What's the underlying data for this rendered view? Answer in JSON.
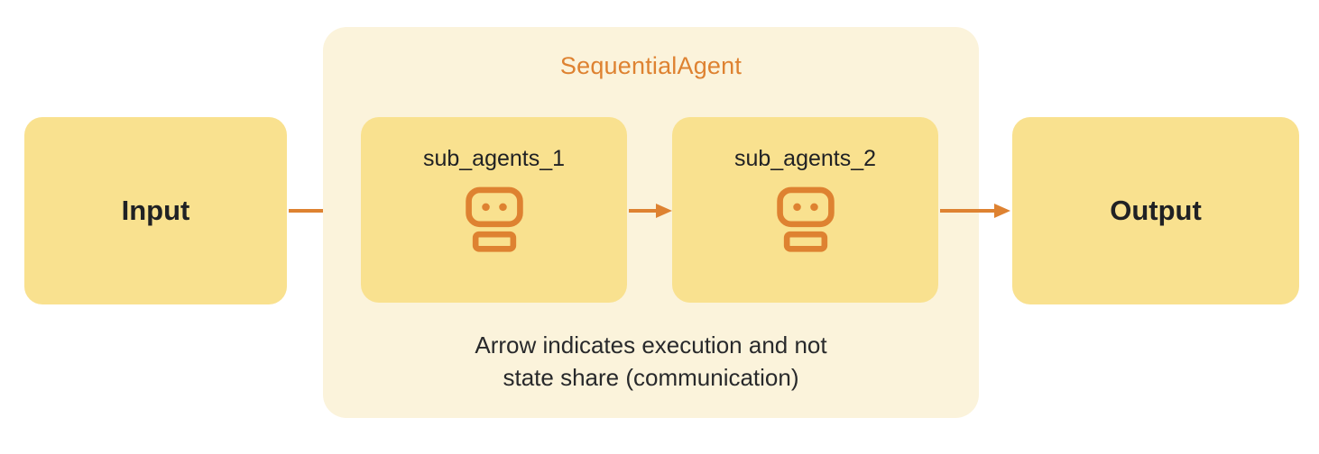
{
  "diagram": {
    "container": {
      "title": "SequentialAgent"
    },
    "nodes": {
      "input": {
        "label": "Input"
      },
      "output": {
        "label": "Output"
      },
      "sub_agent_1": {
        "label": "sub_agents_1",
        "icon": "robot-icon"
      },
      "sub_agent_2": {
        "label": "sub_agents_2",
        "icon": "robot-icon"
      }
    },
    "note": {
      "line1": "Arrow indicates execution and not",
      "line2": "state share (communication)"
    },
    "colors": {
      "node_fill": "#F9E18F",
      "container_fill": "#FBF3DB",
      "accent_orange": "#DE8231",
      "text_dark": "#202124"
    }
  }
}
